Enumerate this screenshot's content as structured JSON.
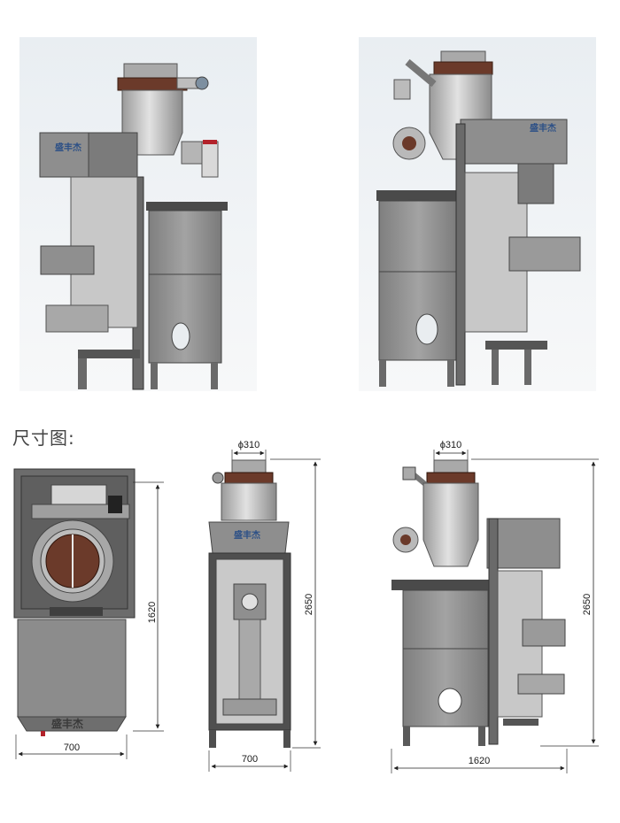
{
  "section_title": "尺寸图:",
  "brand_label": "盛丰杰",
  "dimensions": {
    "top_view_height": "1620",
    "top_view_width": "700",
    "front_view_diameter": "ϕ310",
    "front_view_height": "2650",
    "front_view_width": "700",
    "side_view_diameter": "ϕ310",
    "side_view_height": "2650",
    "side_view_width": "1620"
  },
  "colors": {
    "panel_gray": "#8e8e8e",
    "frame_dark": "#5a5a5a",
    "steel_light": "#cfcfcf",
    "flange_brown": "#6b3a2a",
    "sky_light": "#dfe6ec",
    "brand_blue": "#2b4f86"
  }
}
